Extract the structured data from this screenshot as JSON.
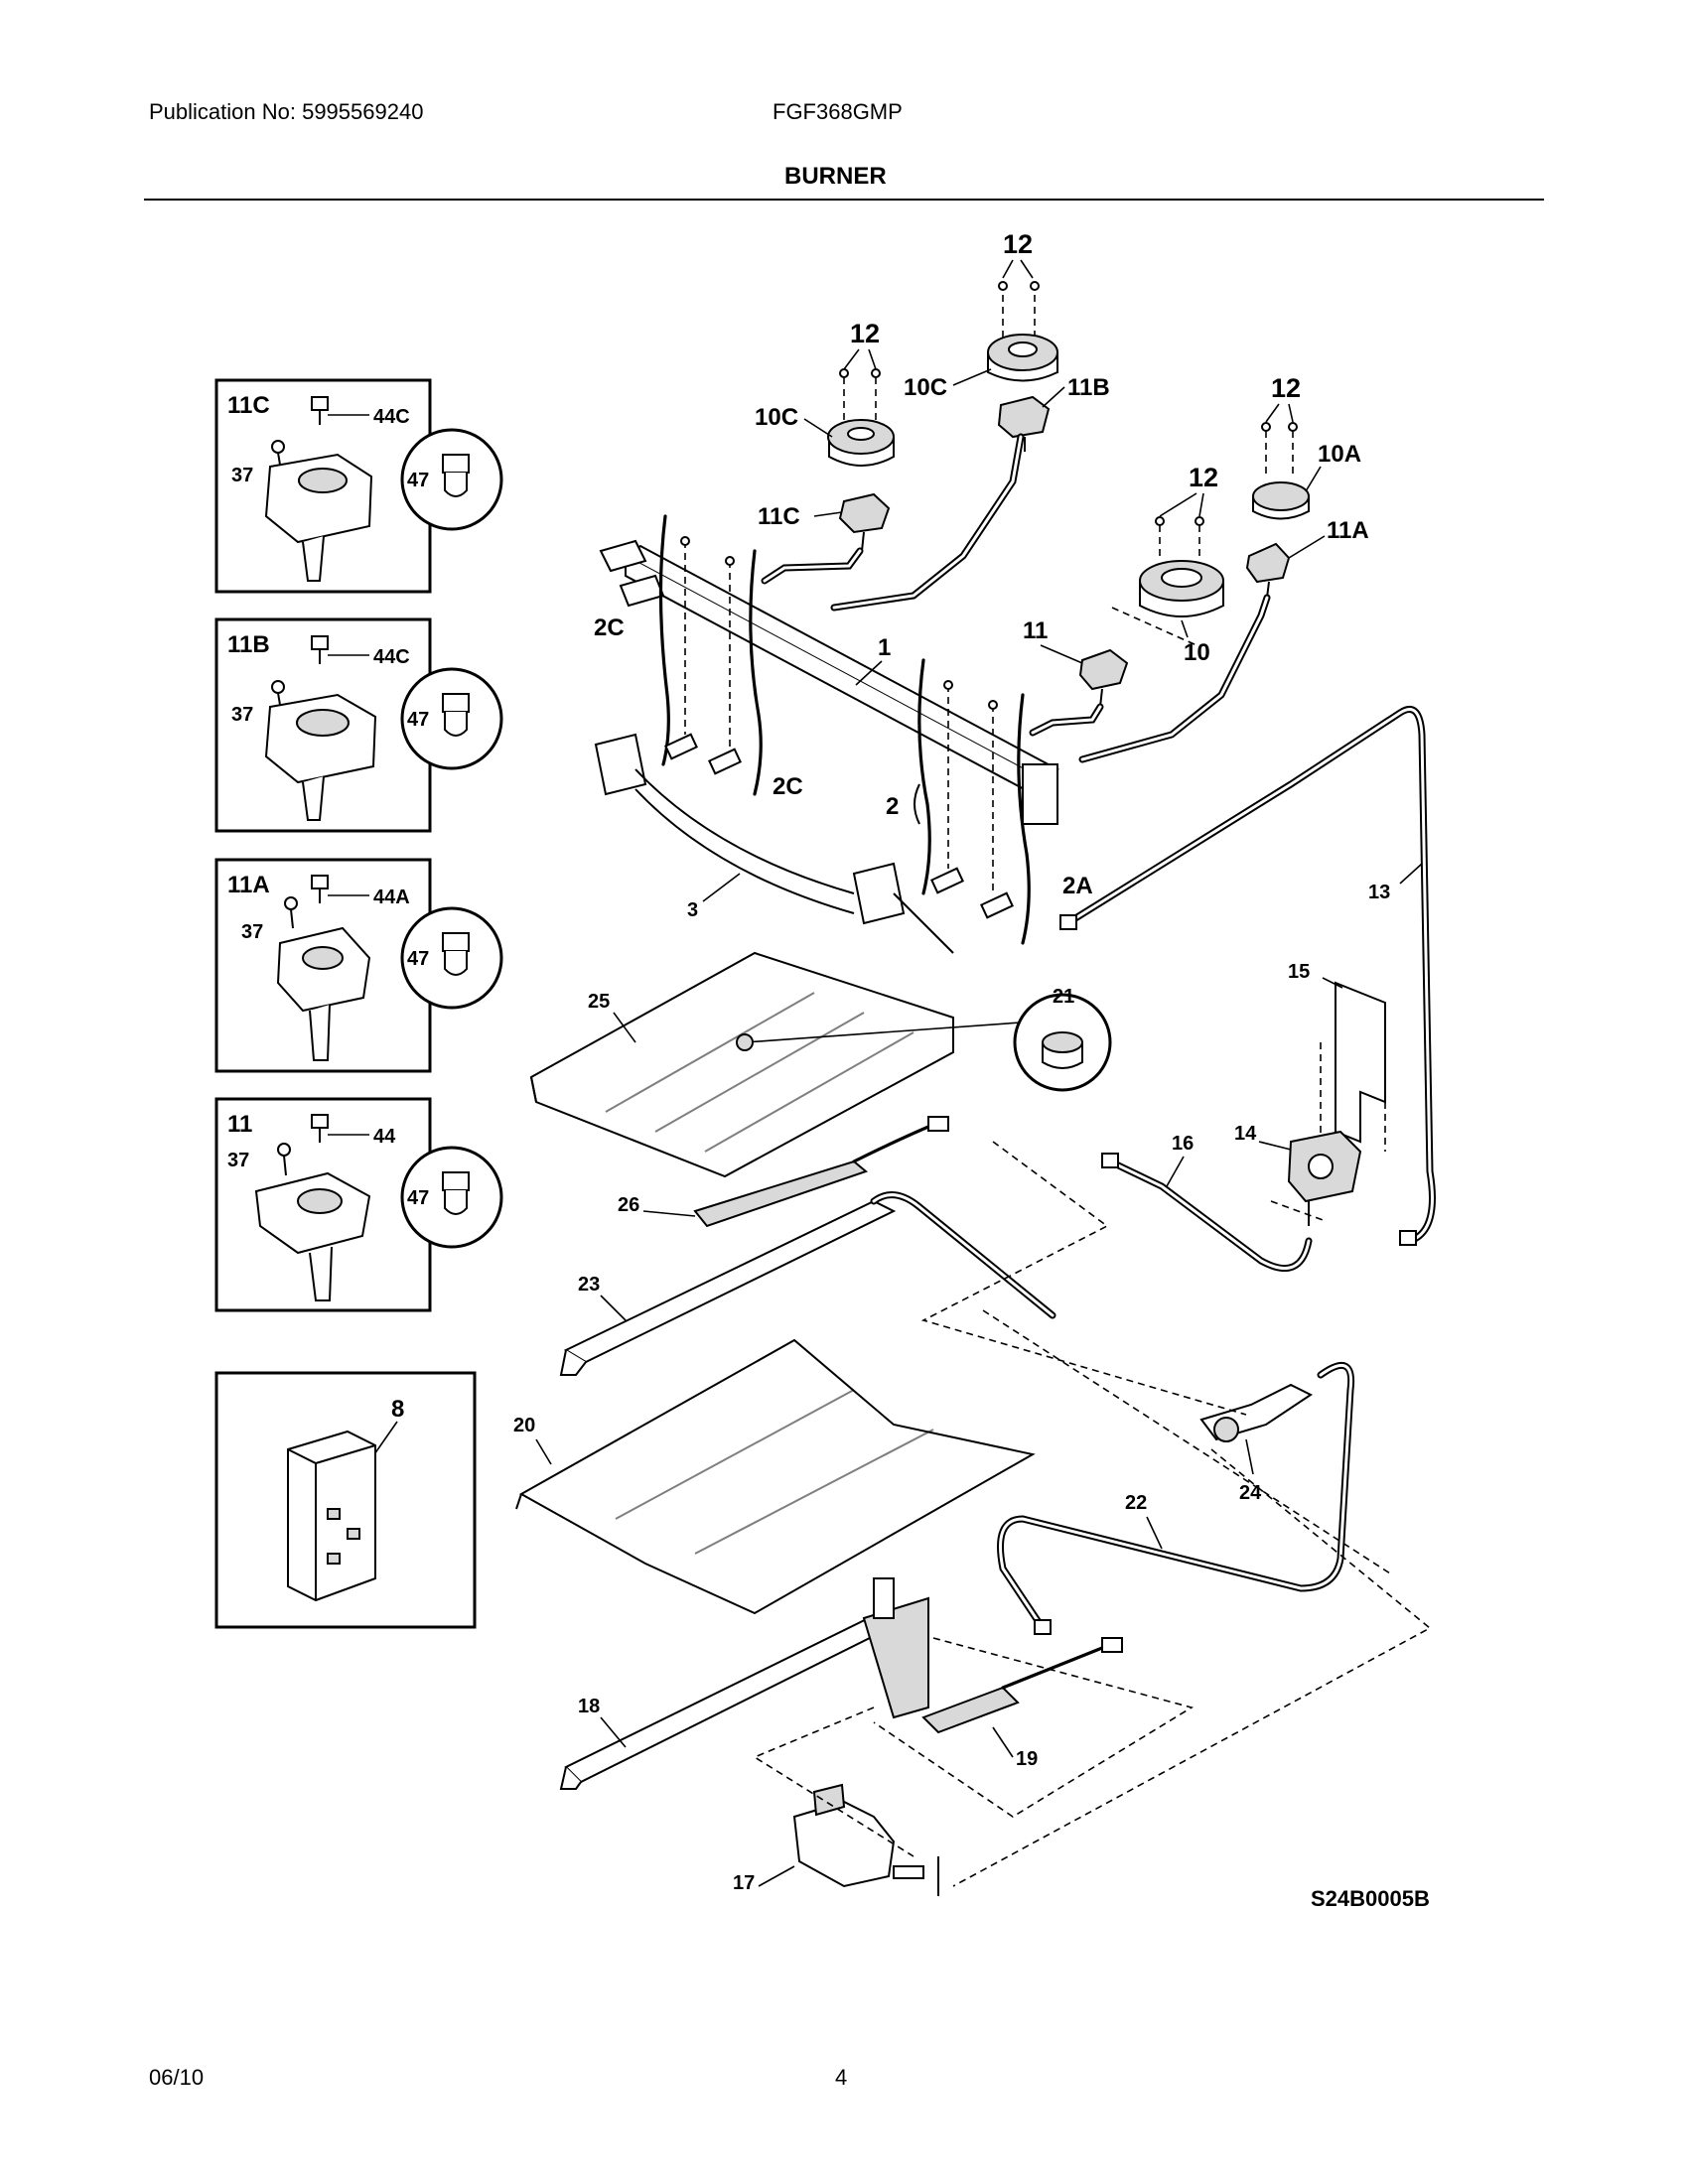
{
  "header": {
    "publication": "Publication No: 5995569240",
    "model": "FGF368GMP",
    "section_title": "BURNER"
  },
  "footer": {
    "date": "06/10",
    "page_number": "4",
    "diagram_code": "S24B0005B"
  },
  "inset_panels": [
    {
      "id": "11C",
      "labels": [
        "11C",
        "44C",
        "37",
        "47"
      ]
    },
    {
      "id": "11B",
      "labels": [
        "11B",
        "44C",
        "37",
        "47"
      ]
    },
    {
      "id": "11A",
      "labels": [
        "11A",
        "44A",
        "37",
        "47"
      ]
    },
    {
      "id": "11",
      "labels": [
        "11",
        "44",
        "37",
        "47"
      ]
    },
    {
      "id": "8",
      "labels": [
        "8"
      ]
    }
  ],
  "callouts": {
    "c12a": "12",
    "c12b": "12",
    "c12c": "12",
    "c12d": "12",
    "c10c_top": "10C",
    "c11b": "11B",
    "c10c_left": "10C",
    "c11c": "11C",
    "c10a": "10A",
    "c11a": "11A",
    "c11": "11",
    "c10": "10",
    "c1": "1",
    "c2c_top": "2C",
    "c2c_bot": "2C",
    "c2": "2",
    "c2a": "2A",
    "c3": "3",
    "c13": "13",
    "c15": "15",
    "c14": "14",
    "c16": "16",
    "c25": "25",
    "c21": "21",
    "c26": "26",
    "c23": "23",
    "c20": "20",
    "c24": "24",
    "c22": "22",
    "c18": "18",
    "c19": "19",
    "c17": "17"
  }
}
